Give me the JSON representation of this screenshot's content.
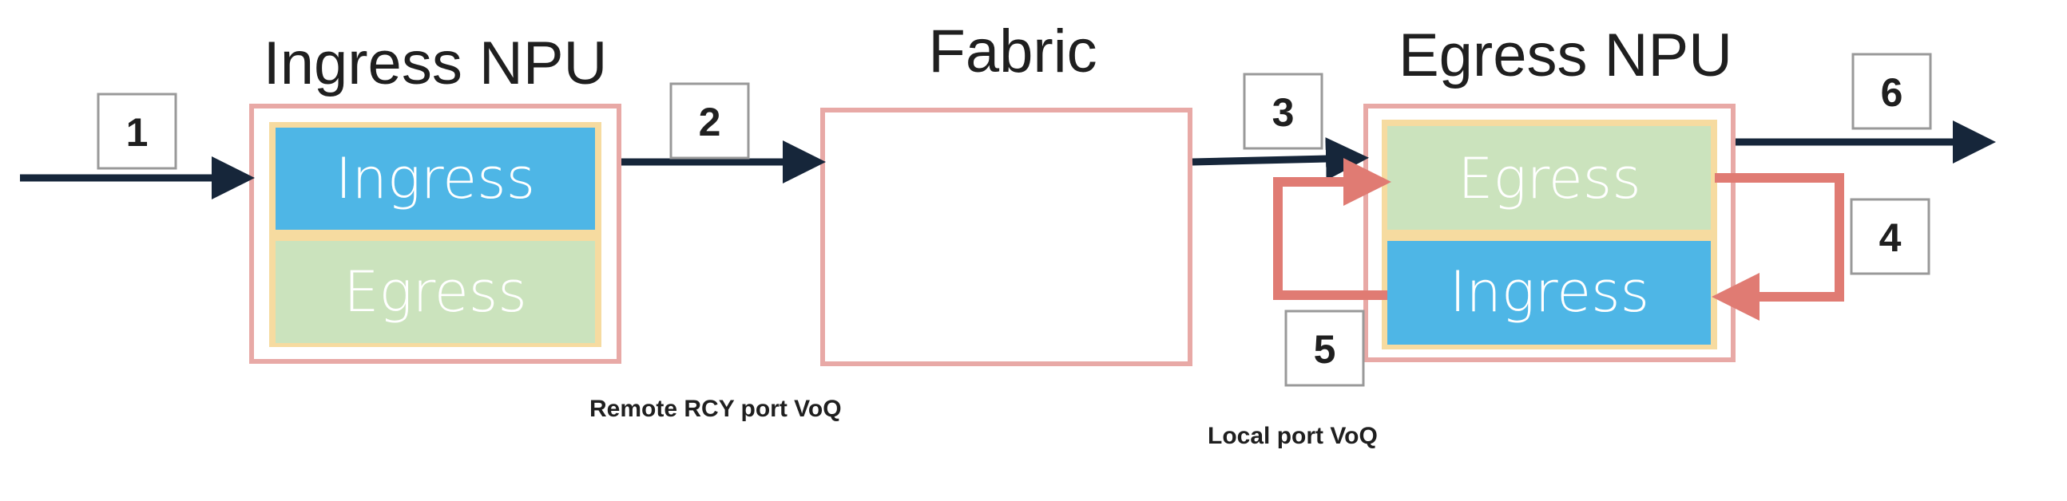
{
  "titles": {
    "ingress_npu": "Ingress NPU",
    "fabric": "Fabric",
    "egress_npu": "Egress NPU"
  },
  "ingress_npu": {
    "top_block": "Ingress",
    "bottom_block": "Egress"
  },
  "egress_npu": {
    "top_block": "Egress",
    "bottom_block": "Ingress"
  },
  "steps": [
    "1",
    "2",
    "3",
    "4",
    "5",
    "6"
  ],
  "notes": {
    "remote_voq": "Remote RCY port VoQ",
    "local_voq": "Local port VoQ"
  },
  "colors": {
    "npu_border": "#e8a9a6",
    "inner_border": "#f6dba0",
    "ingress_fill": "#4eb6e6",
    "egress_fill": "#cbe3bd",
    "arrow_dark": "#16263a",
    "recycle_arrow": "#e07b73",
    "step_box_border": "#999999"
  }
}
